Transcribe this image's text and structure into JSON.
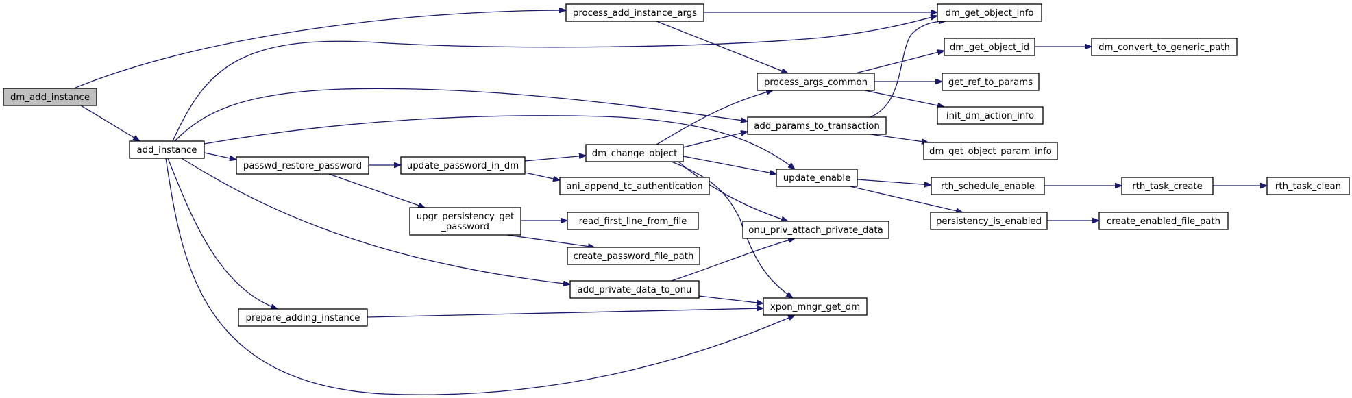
{
  "graph": {
    "root": "dm_add_instance",
    "nodes": [
      {
        "id": "dm_add_instance",
        "lines": [
          "dm_add_instance"
        ],
        "root": true
      },
      {
        "id": "add_instance",
        "lines": [
          "add_instance"
        ]
      },
      {
        "id": "process_add_instance_args",
        "lines": [
          "process_add_instance_args"
        ]
      },
      {
        "id": "dm_get_object_info",
        "lines": [
          "dm_get_object_info"
        ]
      },
      {
        "id": "dm_get_object_id",
        "lines": [
          "dm_get_object_id"
        ]
      },
      {
        "id": "dm_convert_to_generic_path",
        "lines": [
          "dm_convert_to_generic_path"
        ]
      },
      {
        "id": "process_args_common",
        "lines": [
          "process_args_common"
        ]
      },
      {
        "id": "get_ref_to_params",
        "lines": [
          "get_ref_to_params"
        ]
      },
      {
        "id": "init_dm_action_info",
        "lines": [
          "init_dm_action_info"
        ]
      },
      {
        "id": "add_params_to_transaction",
        "lines": [
          "add_params_to_transaction"
        ]
      },
      {
        "id": "dm_get_object_param_info",
        "lines": [
          "dm_get_object_param_info"
        ]
      },
      {
        "id": "passwd_restore_password",
        "lines": [
          "passwd_restore_password"
        ]
      },
      {
        "id": "update_password_in_dm",
        "lines": [
          "update_password_in_dm"
        ]
      },
      {
        "id": "dm_change_object",
        "lines": [
          "dm_change_object"
        ]
      },
      {
        "id": "update_enable",
        "lines": [
          "update_enable"
        ]
      },
      {
        "id": "rth_schedule_enable",
        "lines": [
          "rth_schedule_enable"
        ]
      },
      {
        "id": "rth_task_create",
        "lines": [
          "rth_task_create"
        ]
      },
      {
        "id": "rth_task_clean",
        "lines": [
          "rth_task_clean"
        ]
      },
      {
        "id": "ani_append_tc_authentication",
        "lines": [
          "ani_append_tc_authentication"
        ]
      },
      {
        "id": "upgr_persistency_get_password",
        "lines": [
          "upgr_persistency_get",
          "_password"
        ]
      },
      {
        "id": "read_first_line_from_file",
        "lines": [
          "read_first_line_from_file"
        ]
      },
      {
        "id": "create_password_file_path",
        "lines": [
          "create_password_file_path"
        ]
      },
      {
        "id": "persistency_is_enabled",
        "lines": [
          "persistency_is_enabled"
        ]
      },
      {
        "id": "create_enabled_file_path",
        "lines": [
          "create_enabled_file_path"
        ]
      },
      {
        "id": "onu_priv_attach_private_data",
        "lines": [
          "onu_priv_attach_private_data"
        ]
      },
      {
        "id": "add_private_data_to_onu",
        "lines": [
          "add_private_data_to_onu"
        ]
      },
      {
        "id": "xpon_mngr_get_dm",
        "lines": [
          "xpon_mngr_get_dm"
        ]
      },
      {
        "id": "prepare_adding_instance",
        "lines": [
          "prepare_adding_instance"
        ]
      }
    ],
    "edges": [
      {
        "from": "dm_add_instance",
        "to": "process_add_instance_args"
      },
      {
        "from": "dm_add_instance",
        "to": "add_instance"
      },
      {
        "from": "add_instance",
        "to": "dm_get_object_info"
      },
      {
        "from": "add_instance",
        "to": "add_params_to_transaction"
      },
      {
        "from": "add_instance",
        "to": "update_enable"
      },
      {
        "from": "add_instance",
        "to": "passwd_restore_password"
      },
      {
        "from": "add_instance",
        "to": "add_private_data_to_onu"
      },
      {
        "from": "add_instance",
        "to": "prepare_adding_instance"
      },
      {
        "from": "add_instance",
        "to": "xpon_mngr_get_dm"
      },
      {
        "from": "process_add_instance_args",
        "to": "dm_get_object_info"
      },
      {
        "from": "process_add_instance_args",
        "to": "process_args_common"
      },
      {
        "from": "process_args_common",
        "to": "dm_get_object_id"
      },
      {
        "from": "process_args_common",
        "to": "get_ref_to_params"
      },
      {
        "from": "process_args_common",
        "to": "init_dm_action_info"
      },
      {
        "from": "dm_get_object_id",
        "to": "dm_convert_to_generic_path"
      },
      {
        "from": "add_params_to_transaction",
        "to": "dm_get_object_info"
      },
      {
        "from": "add_params_to_transaction",
        "to": "dm_get_object_param_info"
      },
      {
        "from": "passwd_restore_password",
        "to": "update_password_in_dm"
      },
      {
        "from": "passwd_restore_password",
        "to": "upgr_persistency_get_password"
      },
      {
        "from": "update_password_in_dm",
        "to": "dm_change_object"
      },
      {
        "from": "update_password_in_dm",
        "to": "ani_append_tc_authentication"
      },
      {
        "from": "dm_change_object",
        "to": "process_args_common"
      },
      {
        "from": "dm_change_object",
        "to": "add_params_to_transaction"
      },
      {
        "from": "dm_change_object",
        "to": "update_enable"
      },
      {
        "from": "dm_change_object",
        "to": "onu_priv_attach_private_data"
      },
      {
        "from": "dm_change_object",
        "to": "xpon_mngr_get_dm"
      },
      {
        "from": "update_enable",
        "to": "rth_schedule_enable"
      },
      {
        "from": "update_enable",
        "to": "persistency_is_enabled"
      },
      {
        "from": "rth_schedule_enable",
        "to": "rth_task_create"
      },
      {
        "from": "rth_task_create",
        "to": "rth_task_clean"
      },
      {
        "from": "persistency_is_enabled",
        "to": "create_enabled_file_path"
      },
      {
        "from": "upgr_persistency_get_password",
        "to": "read_first_line_from_file"
      },
      {
        "from": "upgr_persistency_get_password",
        "to": "create_password_file_path"
      },
      {
        "from": "add_private_data_to_onu",
        "to": "onu_priv_attach_private_data"
      },
      {
        "from": "add_private_data_to_onu",
        "to": "xpon_mngr_get_dm"
      },
      {
        "from": "prepare_adding_instance",
        "to": "xpon_mngr_get_dm"
      }
    ]
  },
  "colors": {
    "edge": "#191970",
    "node_border": "#000000",
    "node_fill": "#ffffff",
    "root_fill": "#bfbfbf"
  }
}
